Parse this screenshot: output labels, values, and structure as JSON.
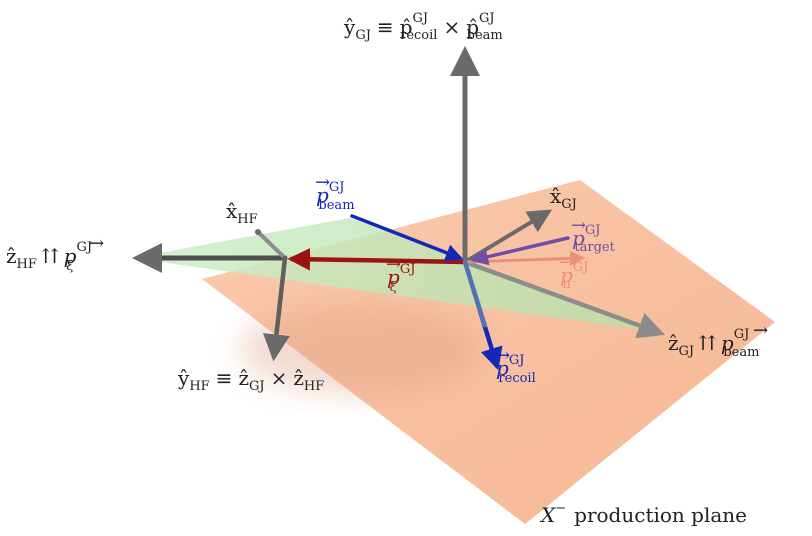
{
  "colors": {
    "plane_production": "#f6b795",
    "plane_hf": "#b7e3b1",
    "axis_gray": "#6e6e6e",
    "beam_blue": "#1427b8",
    "xi_red": "#9a1412",
    "target_purple": "#6f4fa6",
    "pi_salmon": "#eb8f7c",
    "label_dark": "#222222"
  },
  "labels": {
    "y_gj": {
      "hat": "ŷ",
      "sub": "GJ",
      "equiv": "≡",
      "p1": "p̂",
      "p1_sup": "GJ",
      "p1_sub": "recoil",
      "times": "×",
      "p2": "p̂",
      "p2_sup": "GJ",
      "p2_sub": "beam"
    },
    "x_gj": {
      "hat": "x̂",
      "sub": "GJ"
    },
    "x_hf": {
      "hat": "x̂",
      "sub": "HF"
    },
    "z_hf": {
      "hat": "ẑ",
      "sub": "HF",
      "parallel": "⇈",
      "p": "p",
      "p_sup": "GJ",
      "p_sub": "ξ"
    },
    "z_gj": {
      "hat": "ẑ",
      "sub": "GJ",
      "parallel": "⇈",
      "p": "p",
      "p_sup": "GJ",
      "p_sub": "beam"
    },
    "y_hf": {
      "hat": "ŷ",
      "sub": "HF",
      "equiv": "≡",
      "z1": "ẑ",
      "z1_sub": "GJ",
      "times": "×",
      "z2": "ẑ",
      "z2_sub": "HF"
    },
    "p_beam": {
      "p": "p",
      "sup": "GJ",
      "sub": "beam"
    },
    "p_target": {
      "p": "p",
      "sup": "GJ",
      "sub": "target"
    },
    "p_pi": {
      "p": "p",
      "sup": "GJ",
      "sub": "π⁻"
    },
    "p_xi": {
      "p": "p",
      "sup": "GJ",
      "sub": "ξ"
    },
    "p_recoil": {
      "p": "p",
      "sup": "GJ",
      "sub": "recoil"
    },
    "vec_arrow": "→",
    "production_plane": {
      "x_sym": "X",
      "x_sup": "−",
      "text": "production plane"
    }
  }
}
